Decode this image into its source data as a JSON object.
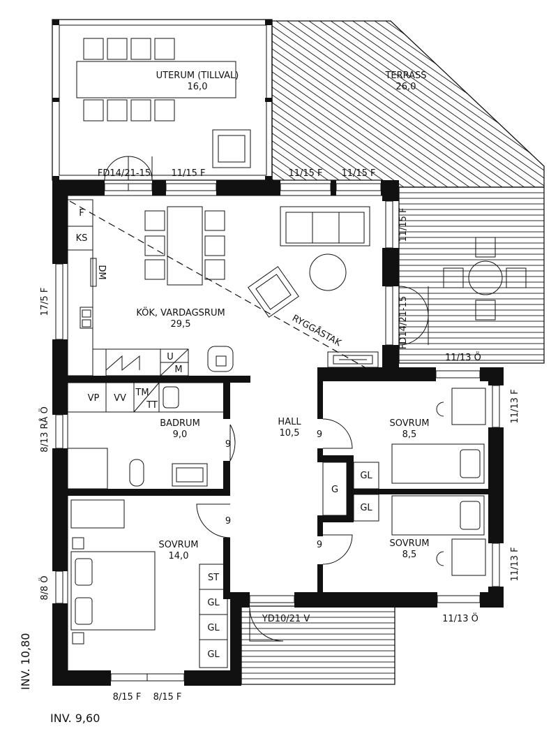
{
  "rooms": {
    "uterum": {
      "name": "UTERUM (TILLVAL)",
      "area": "16,0"
    },
    "terrass": {
      "name": "TERRASS",
      "area": "26,0"
    },
    "kok": {
      "name": "KÖK, VARDAGSRUM",
      "area": "29,5"
    },
    "badrum": {
      "name": "BADRUM",
      "area": "9,0"
    },
    "hall": {
      "name": "HALL",
      "area": "10,5"
    },
    "sovrum_ne": {
      "name": "SOVRUM",
      "area": "8,5"
    },
    "sovrum_se": {
      "name": "SOVRUM",
      "area": "8,5"
    },
    "sovrum_w": {
      "name": "SOVRUM",
      "area": "14,0"
    }
  },
  "openings": {
    "fd_top": "FD14/21-15",
    "w_uterum": "11/15 F",
    "w_top1": "11/15 F",
    "w_top2": "11/15 F",
    "w_east": "11/15 F",
    "fd_east": "FD14/21-15",
    "w_terrace_bottom": "11/13 Ö",
    "w_west_kitchen": "17/5 F",
    "w_west_bath": "8/13 RÅ Ö",
    "w_sov_ne": "11/13 F",
    "w_sov_se": "11/13 F",
    "w_sov_se_bottom": "11/13 Ö",
    "w_west_sov": "8/8 Ö",
    "entrance": "YD10/21 V",
    "w_bottom1": "8/15 F",
    "w_bottom2": "8/15 F"
  },
  "fixtures": {
    "f": "F",
    "ks": "KS",
    "dm": "DM",
    "u": "U",
    "m": "M",
    "vp": "VP",
    "vv": "VV",
    "tm": "TM",
    "tt": "TT",
    "g": "G",
    "gl1": "GL",
    "gl2": "GL",
    "st": "ST",
    "gl3": "GL",
    "gl4": "GL",
    "gl5": "GL"
  },
  "door_widths": {
    "d1": "9",
    "d2": "9",
    "d3": "9",
    "d4": "9"
  },
  "ridge": "RYGGÅSTAK",
  "levels": {
    "upper": "INV. 10,80",
    "lower": "INV. 9,60"
  }
}
